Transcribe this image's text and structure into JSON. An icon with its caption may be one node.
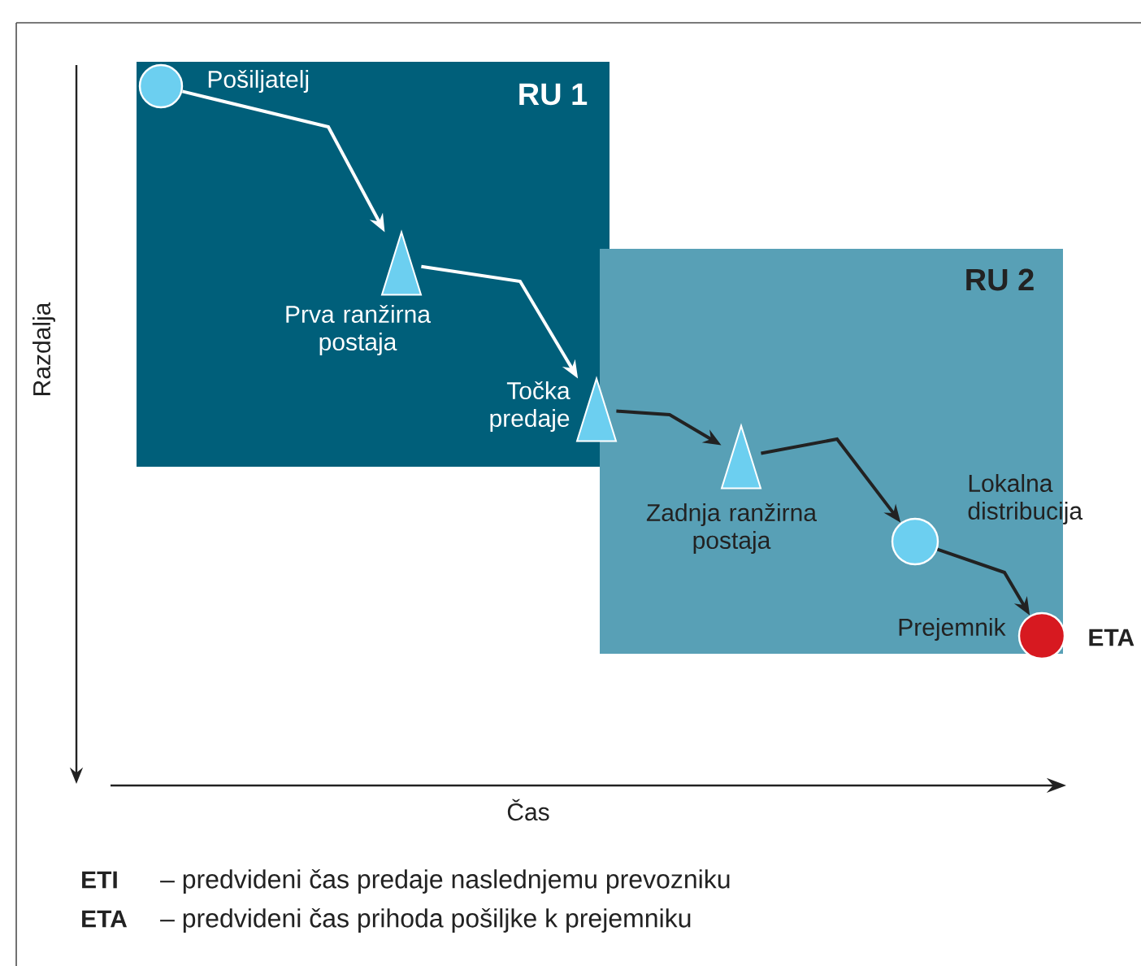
{
  "diagram": {
    "nodes": [
      {
        "text": [
          "RU 1"
        ]
      },
      {
        "text": [
          "RU 2"
        ]
      },
      {
        "text": [],
        "shape": "circle",
        "beside": [
          "Pošiljatelj"
        ],
        "in": 0
      },
      {
        "text": [],
        "shape": "triangle",
        "beside": [
          "Prva ranžirna postaja"
        ],
        "in": 0
      },
      {
        "text": [],
        "shape": "triangle",
        "beside": [
          "Točka predaje"
        ]
      },
      {
        "text": [],
        "shape": "triangle",
        "beside": [
          "Zadnja ranžirna postaja"
        ],
        "in": 1
      },
      {
        "text": [],
        "shape": "circle",
        "beside": [
          "Lokalna distribucija"
        ],
        "in": 1
      },
      {
        "text": [],
        "shape": "circle",
        "beside": [
          "Prejemnik",
          "ETA"
        ]
      }
    ],
    "edges": [
      {
        "from": 2,
        "to": 3,
        "arrow": "to",
        "color": "#ffffff"
      },
      {
        "from": 3,
        "to": 4,
        "arrow": "to",
        "color": "#ffffff"
      },
      {
        "from": 4,
        "to": 5,
        "arrow": "to"
      },
      {
        "from": 5,
        "to": 6,
        "arrow": "to"
      },
      {
        "from": 6,
        "to": 7,
        "arrow": "to"
      }
    ],
    "labels": [
      "Razdalja",
      "Čas",
      "ETI",
      "– predvideni čas predaje naslednjemu prevozniku",
      "ETA",
      "– predvideni čas prihoda pošiljke k prejemniku"
    ]
  }
}
